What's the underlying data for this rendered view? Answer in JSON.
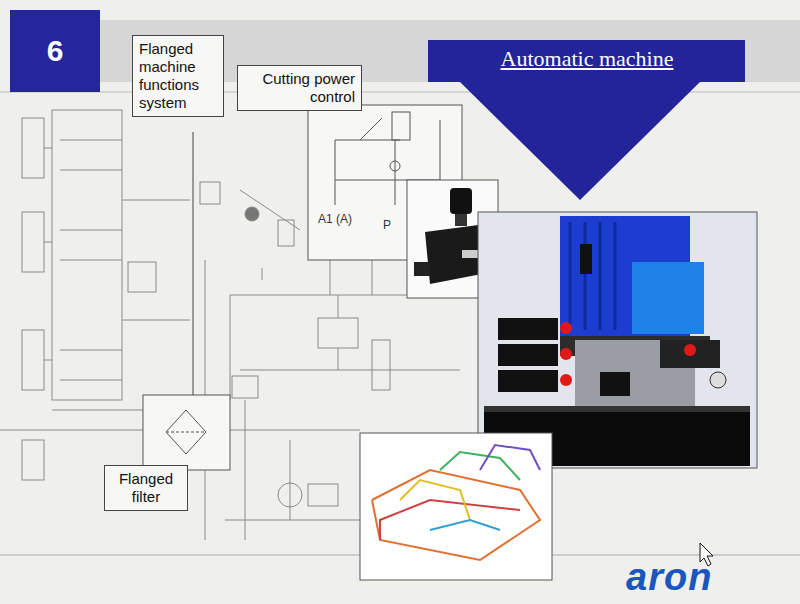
{
  "diagram": {
    "title": "Automatic machine",
    "nodes": [
      {
        "text": [
          "6"
        ]
      },
      {
        "text": [
          "Flanged machine functions system"
        ]
      },
      {
        "text": [
          "Cutting power control"
        ]
      },
      {
        "text": [
          "Flanged filter"
        ]
      }
    ],
    "labels": [
      "A1 (A)",
      "P",
      "aron"
    ]
  }
}
